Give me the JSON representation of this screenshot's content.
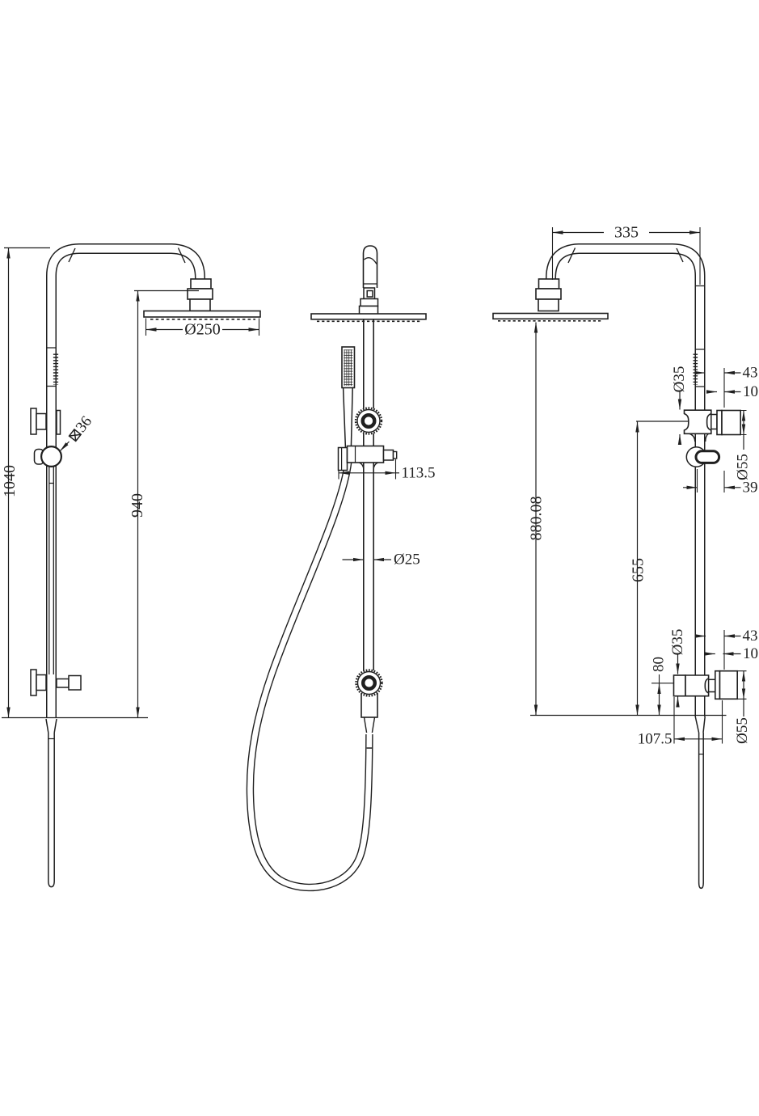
{
  "meta": {
    "background": "#ffffff",
    "line_color": "#1f1f1f",
    "drawing_type": "shower column technical drawing, three orthographic views"
  },
  "views": {
    "side_left": {
      "dims": {
        "total_height": "1040",
        "rail_to_head": "940",
        "head_diameter": "Ø250",
        "diverter_knob": "⊠36"
      }
    },
    "front": {
      "dims": {
        "holder_reach": "113.5",
        "rail_diameter": "Ø25"
      }
    },
    "side_right": {
      "dims": {
        "arm_reach": "335",
        "upper_offset": "43",
        "upper_plate_thickness": "10",
        "upper_body_diameter": "Ø35",
        "upper_knob_diameter": "Ø55",
        "holder_depth": "39",
        "outlet_spacing": "655",
        "head_clearance": "880.08",
        "lower_body_diameter": "Ø35",
        "lower_offset": "43",
        "lower_plate_thickness": "10",
        "lower_knob_diameter": "Ø55",
        "bottom_offset": "80",
        "total_depth": "107.5"
      }
    }
  }
}
